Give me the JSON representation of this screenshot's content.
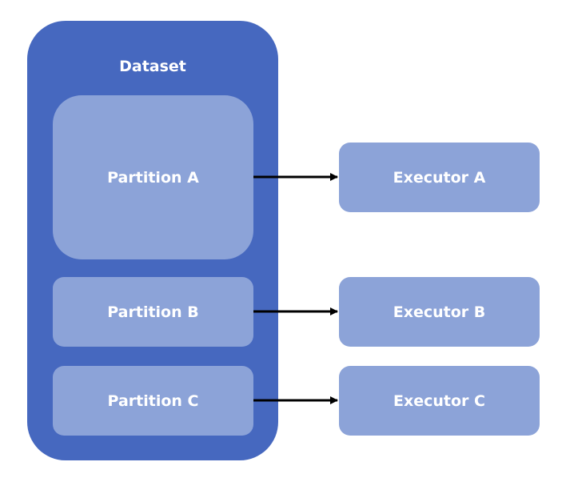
{
  "dataset": {
    "title": "Dataset"
  },
  "partitions": [
    {
      "label": "Partition A"
    },
    {
      "label": "Partition B"
    },
    {
      "label": "Partition C"
    }
  ],
  "executors": [
    {
      "label": "Executor A"
    },
    {
      "label": "Executor B"
    },
    {
      "label": "Executor C"
    }
  ],
  "colors": {
    "dataset_fill": "#4668BF",
    "partition_fill": "#8CA3D8",
    "executor_fill": "#8CA3D8",
    "arrow": "#000000",
    "text": "#FFFFFF"
  }
}
